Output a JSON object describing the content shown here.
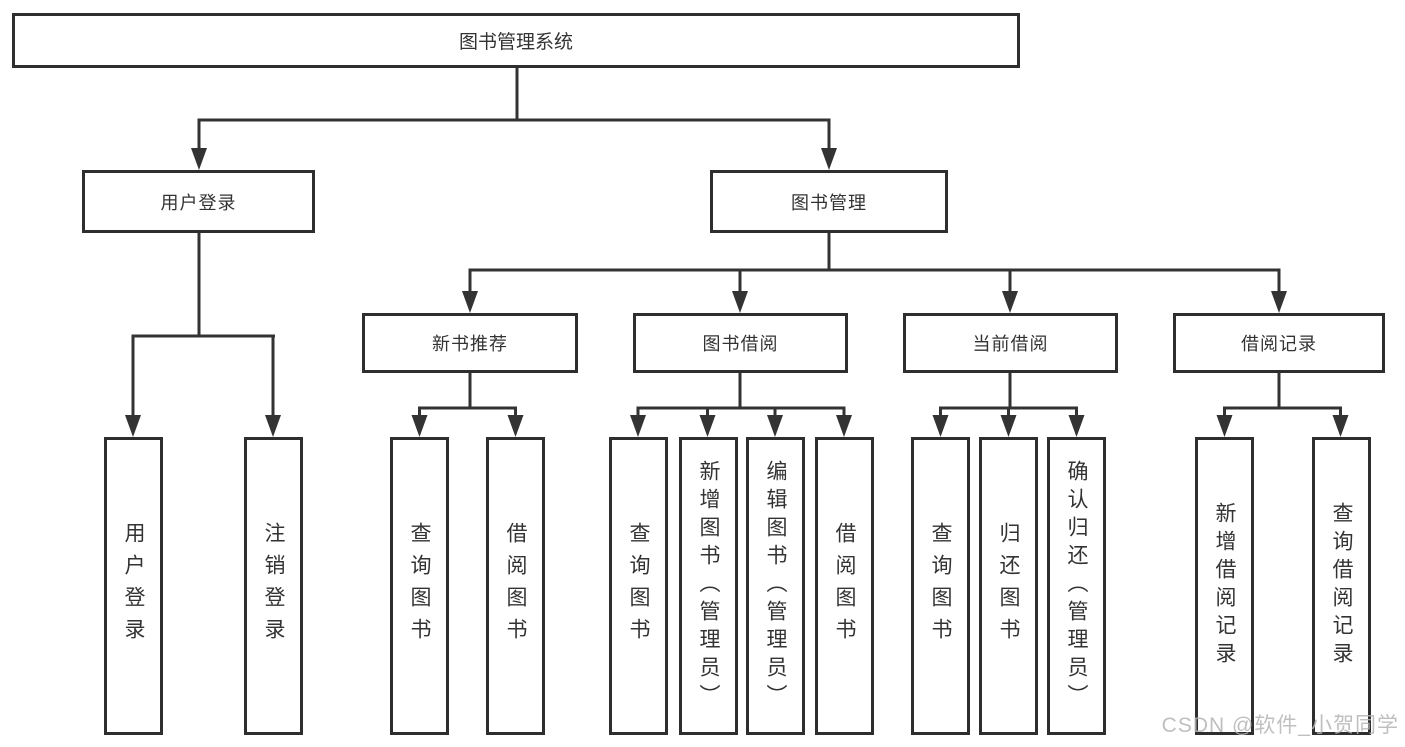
{
  "diagram_title": "图书管理系统",
  "watermark": "CSDN @软件_小贺同学",
  "colors": {
    "line": "#333333",
    "border": "#2e2e2e",
    "text": "#333333",
    "watermark": "#b5b5b5",
    "background": "#ffffff"
  },
  "tree": {
    "label": "图书管理系统",
    "children": [
      {
        "label": "用户登录",
        "children": [
          {
            "label": "用户登录"
          },
          {
            "label": "注销登录"
          }
        ]
      },
      {
        "label": "图书管理",
        "children": [
          {
            "label": "新书推荐",
            "children": [
              {
                "label": "查询图书"
              },
              {
                "label": "借阅图书"
              }
            ]
          },
          {
            "label": "图书借阅",
            "children": [
              {
                "label": "查询图书"
              },
              {
                "label": "新增图书（管理员）"
              },
              {
                "label": "编辑图书（管理员）"
              },
              {
                "label": "借阅图书"
              }
            ]
          },
          {
            "label": "当前借阅",
            "children": [
              {
                "label": "查询图书"
              },
              {
                "label": "归还图书"
              },
              {
                "label": "确认归还（管理员）"
              }
            ]
          },
          {
            "label": "借阅记录",
            "children": [
              {
                "label": "新增借阅记录"
              },
              {
                "label": "查询借阅记录"
              }
            ]
          }
        ]
      }
    ]
  }
}
